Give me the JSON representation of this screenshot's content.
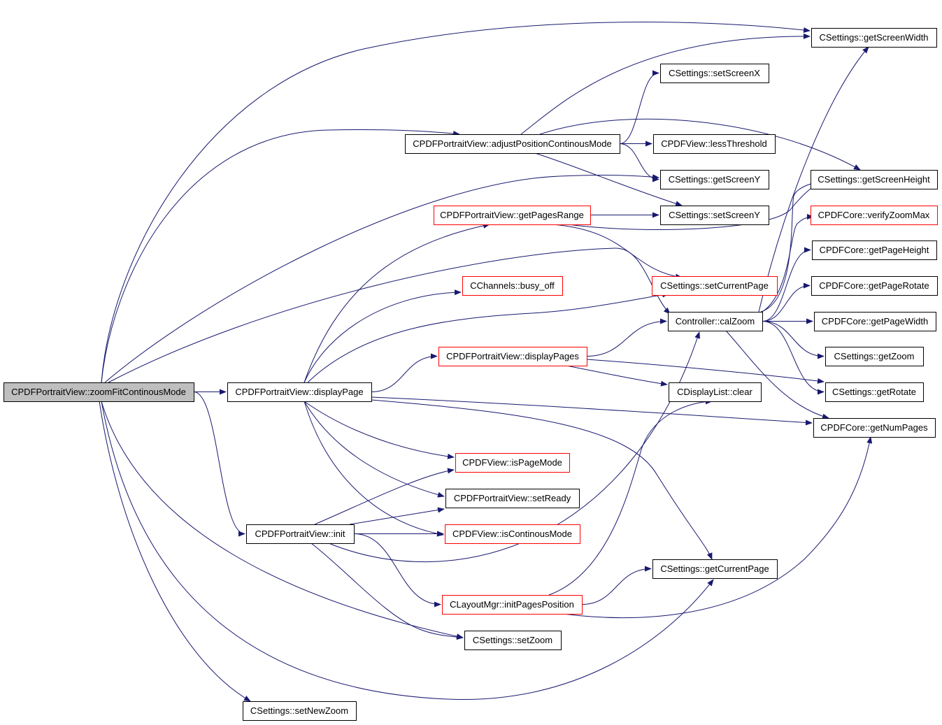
{
  "diagram": {
    "type": "call-graph",
    "colors": {
      "edge": "#191970",
      "root_fill": "#bfbfbf",
      "node_fill": "#ffffff",
      "black_border": "#000000",
      "red_border": "#ff0000"
    },
    "nodes": [
      {
        "id": "zoomFit",
        "label": "CPDFPortraitView::zoomFitContinousMode",
        "border": "black",
        "root": true
      },
      {
        "id": "displayPage",
        "label": "CPDFPortraitView::displayPage",
        "border": "black"
      },
      {
        "id": "init",
        "label": "CPDFPortraitView::init",
        "border": "black"
      },
      {
        "id": "setNewZoom",
        "label": "CSettings::setNewZoom",
        "border": "black"
      },
      {
        "id": "adjustPos",
        "label": "CPDFPortraitView::adjustPositionContinousMode",
        "border": "black"
      },
      {
        "id": "getPagesRange",
        "label": "CPDFPortraitView::getPagesRange",
        "border": "red"
      },
      {
        "id": "busyOff",
        "label": "CChannels::busy_off",
        "border": "red"
      },
      {
        "id": "displayPages",
        "label": "CPDFPortraitView::displayPages",
        "border": "red"
      },
      {
        "id": "isPageMode",
        "label": "CPDFView::isPageMode",
        "border": "red"
      },
      {
        "id": "setReady",
        "label": "CPDFPortraitView::setReady",
        "border": "black"
      },
      {
        "id": "isContMode",
        "label": "CPDFView::isContinousMode",
        "border": "red"
      },
      {
        "id": "initPagesPos",
        "label": "CLayoutMgr::initPagesPosition",
        "border": "red"
      },
      {
        "id": "setZoom",
        "label": "CSettings::setZoom",
        "border": "black"
      },
      {
        "id": "setScreenX",
        "label": "CSettings::setScreenX",
        "border": "black"
      },
      {
        "id": "lessThreshold",
        "label": "CPDFView::lessThreshold",
        "border": "black"
      },
      {
        "id": "getScreenY",
        "label": "CSettings::getScreenY",
        "border": "black"
      },
      {
        "id": "setScreenY",
        "label": "CSettings::setScreenY",
        "border": "black"
      },
      {
        "id": "setCurrentPage",
        "label": "CSettings::setCurrentPage",
        "border": "red"
      },
      {
        "id": "calZoom",
        "label": "Controller::calZoom",
        "border": "black"
      },
      {
        "id": "clear",
        "label": "CDisplayList::clear",
        "border": "black"
      },
      {
        "id": "getCurrentPage",
        "label": "CSettings::getCurrentPage",
        "border": "black"
      },
      {
        "id": "getScreenWidth",
        "label": "CSettings::getScreenWidth",
        "border": "black"
      },
      {
        "id": "getScreenHeight",
        "label": "CSettings::getScreenHeight",
        "border": "black"
      },
      {
        "id": "verifyZoomMax",
        "label": "CPDFCore::verifyZoomMax",
        "border": "red"
      },
      {
        "id": "getPageHeight",
        "label": "CPDFCore::getPageHeight",
        "border": "black"
      },
      {
        "id": "getPageRotate",
        "label": "CPDFCore::getPageRotate",
        "border": "black"
      },
      {
        "id": "getPageWidth",
        "label": "CPDFCore::getPageWidth",
        "border": "black"
      },
      {
        "id": "getZoom",
        "label": "CSettings::getZoom",
        "border": "black"
      },
      {
        "id": "getRotate",
        "label": "CSettings::getRotate",
        "border": "black"
      },
      {
        "id": "getNumPages",
        "label": "CPDFCore::getNumPages",
        "border": "black"
      }
    ],
    "edges": [
      {
        "from": "zoomFit",
        "to": "displayPage"
      },
      {
        "from": "zoomFit",
        "to": "init"
      },
      {
        "from": "zoomFit",
        "to": "setNewZoom"
      },
      {
        "from": "zoomFit",
        "to": "adjustPos"
      },
      {
        "from": "zoomFit",
        "to": "getScreenWidth"
      },
      {
        "from": "zoomFit",
        "to": "getScreenY"
      },
      {
        "from": "zoomFit",
        "to": "calZoom"
      },
      {
        "from": "zoomFit",
        "to": "setZoom"
      },
      {
        "from": "zoomFit",
        "to": "getCurrentPage"
      },
      {
        "from": "adjustPos",
        "to": "lessThreshold"
      },
      {
        "from": "adjustPos",
        "to": "getScreenWidth"
      },
      {
        "from": "adjustPos",
        "to": "setScreenX"
      },
      {
        "from": "adjustPos",
        "to": "getScreenHeight"
      },
      {
        "from": "adjustPos",
        "to": "getScreenY"
      },
      {
        "from": "adjustPos",
        "to": "setScreenY"
      },
      {
        "from": "displayPage",
        "to": "getPagesRange"
      },
      {
        "from": "displayPage",
        "to": "busyOff"
      },
      {
        "from": "displayPage",
        "to": "setCurrentPage"
      },
      {
        "from": "displayPage",
        "to": "displayPages"
      },
      {
        "from": "displayPage",
        "to": "isPageMode"
      },
      {
        "from": "displayPage",
        "to": "setReady"
      },
      {
        "from": "displayPage",
        "to": "isContMode"
      },
      {
        "from": "displayPage",
        "to": "getNumPages"
      },
      {
        "from": "displayPage",
        "to": "getCurrentPage"
      },
      {
        "from": "getPagesRange",
        "to": "setScreenY"
      },
      {
        "from": "getPagesRange",
        "to": "setCurrentPage"
      },
      {
        "from": "getPagesRange",
        "to": "getScreenHeight"
      },
      {
        "from": "displayPages",
        "to": "calZoom"
      },
      {
        "from": "displayPages",
        "to": "clear"
      },
      {
        "from": "displayPages",
        "to": "getRotate"
      },
      {
        "from": "init",
        "to": "isPageMode"
      },
      {
        "from": "init",
        "to": "setReady"
      },
      {
        "from": "init",
        "to": "isContMode"
      },
      {
        "from": "init",
        "to": "initPagesPos"
      },
      {
        "from": "init",
        "to": "setZoom"
      },
      {
        "from": "init",
        "to": "calZoom"
      },
      {
        "from": "initPagesPos",
        "to": "getCurrentPage"
      },
      {
        "from": "initPagesPos",
        "to": "clear"
      },
      {
        "from": "initPagesPos",
        "to": "getNumPages"
      },
      {
        "from": "calZoom",
        "to": "getScreenWidth"
      },
      {
        "from": "calZoom",
        "to": "getScreenHeight"
      },
      {
        "from": "calZoom",
        "to": "verifyZoomMax"
      },
      {
        "from": "calZoom",
        "to": "getPageHeight"
      },
      {
        "from": "calZoom",
        "to": "getPageRotate"
      },
      {
        "from": "calZoom",
        "to": "getPageWidth"
      },
      {
        "from": "calZoom",
        "to": "getZoom"
      },
      {
        "from": "calZoom",
        "to": "getRotate"
      },
      {
        "from": "calZoom",
        "to": "getNumPages"
      }
    ]
  }
}
